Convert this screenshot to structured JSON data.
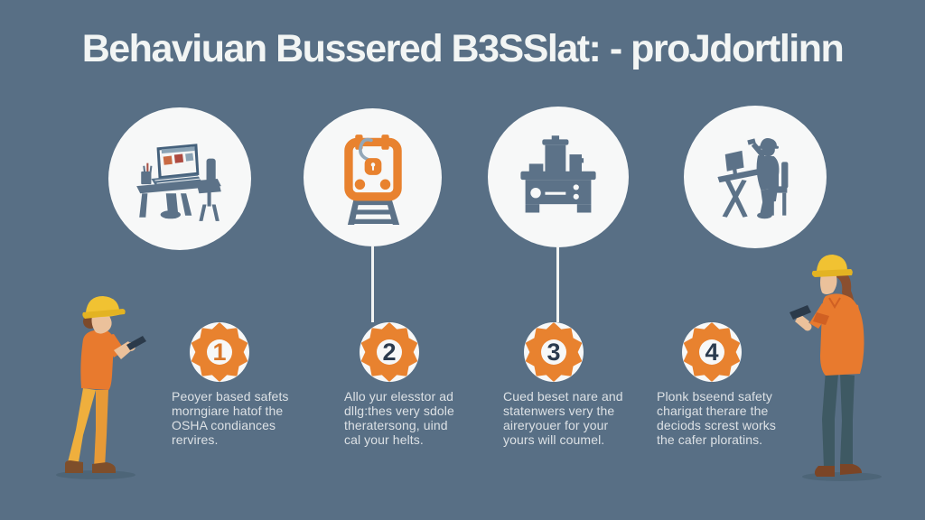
{
  "background_color": "#586F85",
  "title": "Behaviuan Bussered B3SSlat: - proJdortlinn",
  "steps": [
    {
      "number": "1",
      "number_color": "#D9772A",
      "icon": "computer-workstation-icon",
      "description": "Peoyer based safets\nmorngiare hatof the\nOSHA condiances\nrervires."
    },
    {
      "number": "2",
      "number_color": "#2B3B4E",
      "icon": "ladder-lock-icon",
      "description": "Allo yur elesstor ad\ndllg:thes very sdole\ntheratersong, uind\ncal your helts."
    },
    {
      "number": "3",
      "number_color": "#2B3B4E",
      "icon": "workbench-machine-icon",
      "description": "Cued beset nare and\nstatenwers very the\naireryouer for your\nyours will coumel."
    },
    {
      "number": "4",
      "number_color": "#2B3B4E",
      "icon": "engineer-drafting-desk-icon",
      "description": "Plonk bseend safety\ncharigat therare the\ndeciods screst works\nthe cafer ploratins."
    }
  ],
  "figures": {
    "left": "construction-worker-with-phone",
    "right": "construction-worker-with-phone"
  },
  "colors": {
    "accent_orange": "#E8822F",
    "icon_slate": "#5C7288",
    "circle_white": "#F7F8F8",
    "body_text": "#DCE1E5",
    "title_text": "#F2F5F4",
    "connector": "#F2F4F3",
    "hat_yellow": "#F1C232",
    "shirt_orange": "#E87A2E",
    "pants_yellow": "#EFAF3D",
    "pants_teal": "#3E5963"
  }
}
